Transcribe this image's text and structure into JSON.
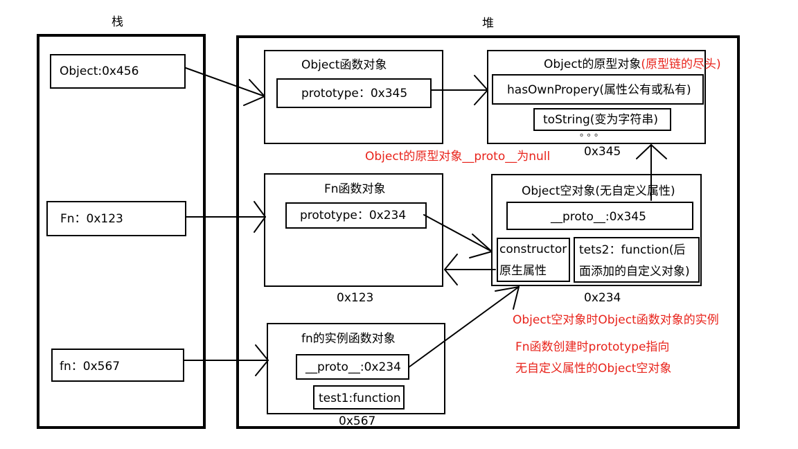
{
  "stack": {
    "title": "栈",
    "items": [
      "Object:0x456",
      "Fn：0x123",
      "fn：0x567"
    ]
  },
  "heap": {
    "title": "堆",
    "object_fn": {
      "title": "Object函数对象",
      "prototype": "prototype：0x345"
    },
    "object_proto": {
      "title": "Object的原型对象",
      "title_note": "(原型链的尽头)",
      "has_own": "hasOwnPropery(属性公有或私有)",
      "to_string": "toString(变为字符串)",
      "ellipsis": "。。。",
      "address": "0x345"
    },
    "proto_null_note": "Object的原型对象__proto__为null",
    "fn_obj": {
      "title": "Fn函数对象",
      "prototype": "prototype：0x234",
      "address": "0x123"
    },
    "empty_obj": {
      "title": "Object空对象(无自定义属性)",
      "proto": "__proto__:0x345",
      "constructor_line1": "constructor",
      "constructor_line2": "原生属性",
      "tets2_line1": "tets2：function(后",
      "tets2_line2": "面添加的自定义对象)",
      "address": "0x234"
    },
    "instance": {
      "title": "fn的实例函数对象",
      "proto": "__proto__:0x234",
      "test1": "test1:function",
      "address": "0x567"
    },
    "notes": [
      "Object空对象时Object函数对象的实例",
      "Fn函数创建时prototype指向",
      "无自定义属性的Object空对象"
    ]
  },
  "colors": {
    "note": "#e8231b",
    "line": "#000000"
  }
}
